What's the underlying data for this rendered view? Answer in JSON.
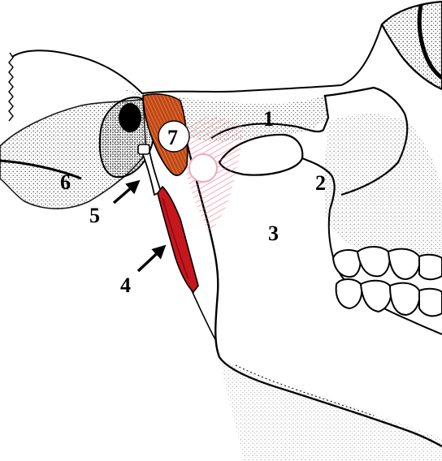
{
  "labels": [
    "1",
    "2",
    "3",
    "4",
    "5",
    "6",
    "7"
  ],
  "colors": {
    "ink": "#000000",
    "stipple": "#3a3a3a",
    "ligament_red": "#c8161d",
    "muscle_orange": "#e0711c",
    "capsule_pink": "#ef6f86",
    "background": "#ffffff"
  }
}
